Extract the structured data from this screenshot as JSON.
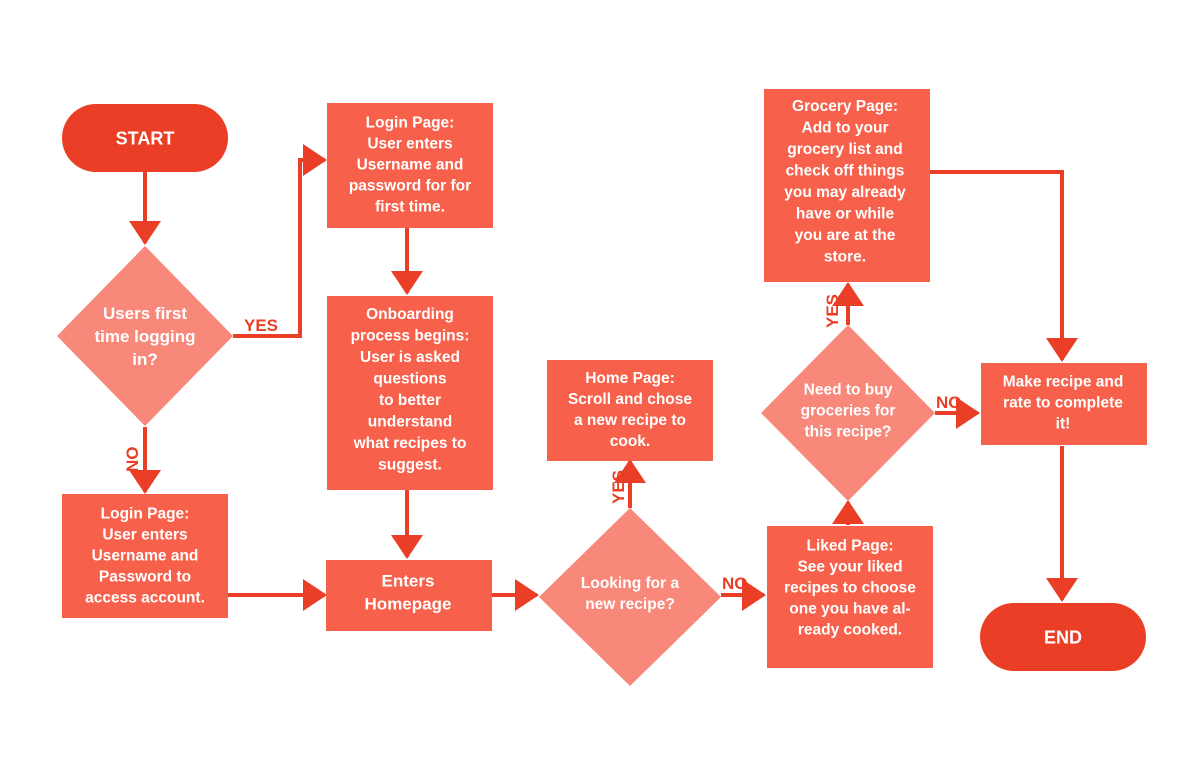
{
  "colors": {
    "terminal": "#ea3f26",
    "process": "#f7604a",
    "decision": "#f8887a",
    "connector": "#ea3f26",
    "text": "#ffffff"
  },
  "nodes": {
    "start": {
      "lines": [
        "START"
      ]
    },
    "first_time": {
      "lines": [
        "Users first",
        "time logging",
        "in?"
      ]
    },
    "login_first": {
      "lines": [
        "Login Page:",
        "User enters",
        "Username and",
        "password for for",
        "first time."
      ]
    },
    "onboarding": {
      "lines": [
        "Onboarding",
        "process begins:",
        "User is asked",
        "questions",
        "to better",
        "understand",
        "what recipes to",
        "suggest."
      ]
    },
    "login_returning": {
      "lines": [
        "Login Page:",
        "User enters",
        "Username and",
        "Password to",
        "access account."
      ]
    },
    "homepage": {
      "lines": [
        "Enters",
        "Homepage"
      ]
    },
    "looking": {
      "lines": [
        "Looking for a",
        "new recipe?"
      ]
    },
    "home_page": {
      "lines": [
        "Home Page:",
        "Scroll and chose",
        "a new recipe to",
        "cook."
      ]
    },
    "liked": {
      "lines": [
        "Liked Page:",
        "See your liked",
        "recipes to choose",
        "one you have al-",
        "ready cooked."
      ]
    },
    "need_groceries": {
      "lines": [
        "Need to buy",
        "groceries for",
        "this recipe?"
      ]
    },
    "grocery": {
      "lines": [
        "Grocery Page:",
        "Add to your",
        "grocery list and",
        "check off things",
        "you may already",
        "have or while",
        "you are at the",
        "store."
      ]
    },
    "make_recipe": {
      "lines": [
        "Make recipe and",
        "rate to complete",
        "it!"
      ]
    },
    "end": {
      "lines": [
        "END"
      ]
    }
  },
  "edge_labels": {
    "yes_first": "YES",
    "no_first": "NO",
    "yes_looking": "YES",
    "no_looking": "NO",
    "yes_groceries": "YES",
    "no_groceries": "NO"
  }
}
